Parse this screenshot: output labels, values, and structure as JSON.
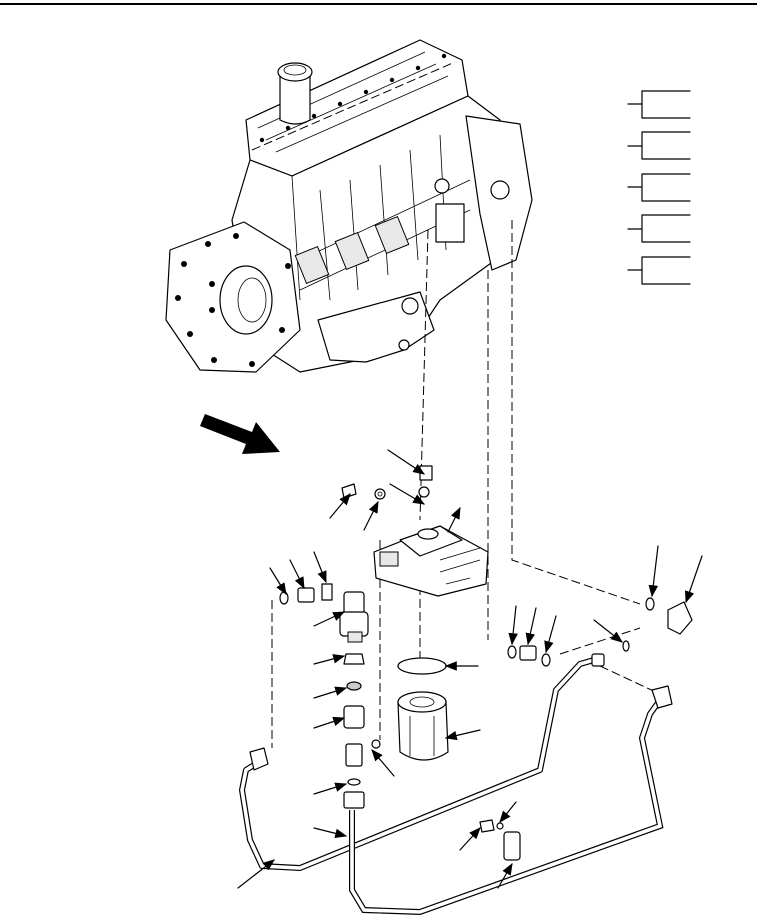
{
  "figure": {
    "kind": "exploded-parts-diagram",
    "callout_count": 26,
    "legend_bracket_count": 5
  },
  "icons": {
    "view_direction": "view-arrow-icon"
  }
}
